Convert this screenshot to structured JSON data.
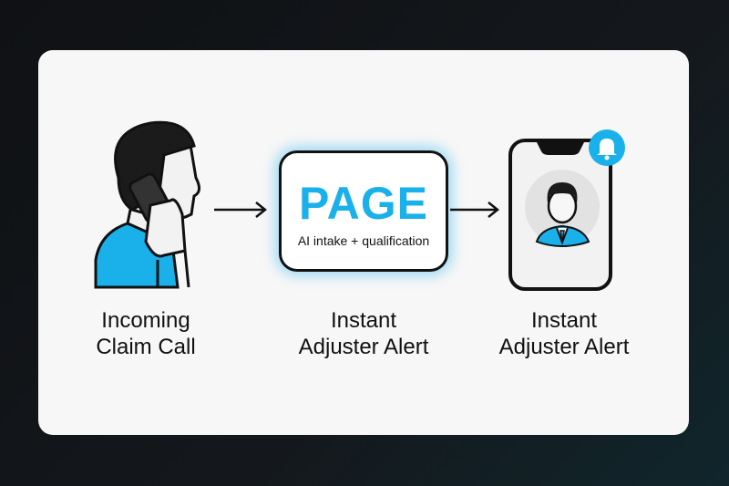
{
  "steps": [
    {
      "label_line1": "Incoming",
      "label_line2": "Claim Call",
      "icon": "person-on-phone-icon"
    },
    {
      "label_line1": "Instant",
      "label_line2": "Adjuster Alert",
      "brand": "PAGE",
      "subtitle": "AI intake + qualification"
    },
    {
      "label_line1": "Instant",
      "label_line2": "Adjuster Alert",
      "icon": "phone-notification-icon"
    }
  ],
  "colors": {
    "accent": "#1ab0ea",
    "ink": "#111111",
    "card": "#f7f7f7"
  }
}
